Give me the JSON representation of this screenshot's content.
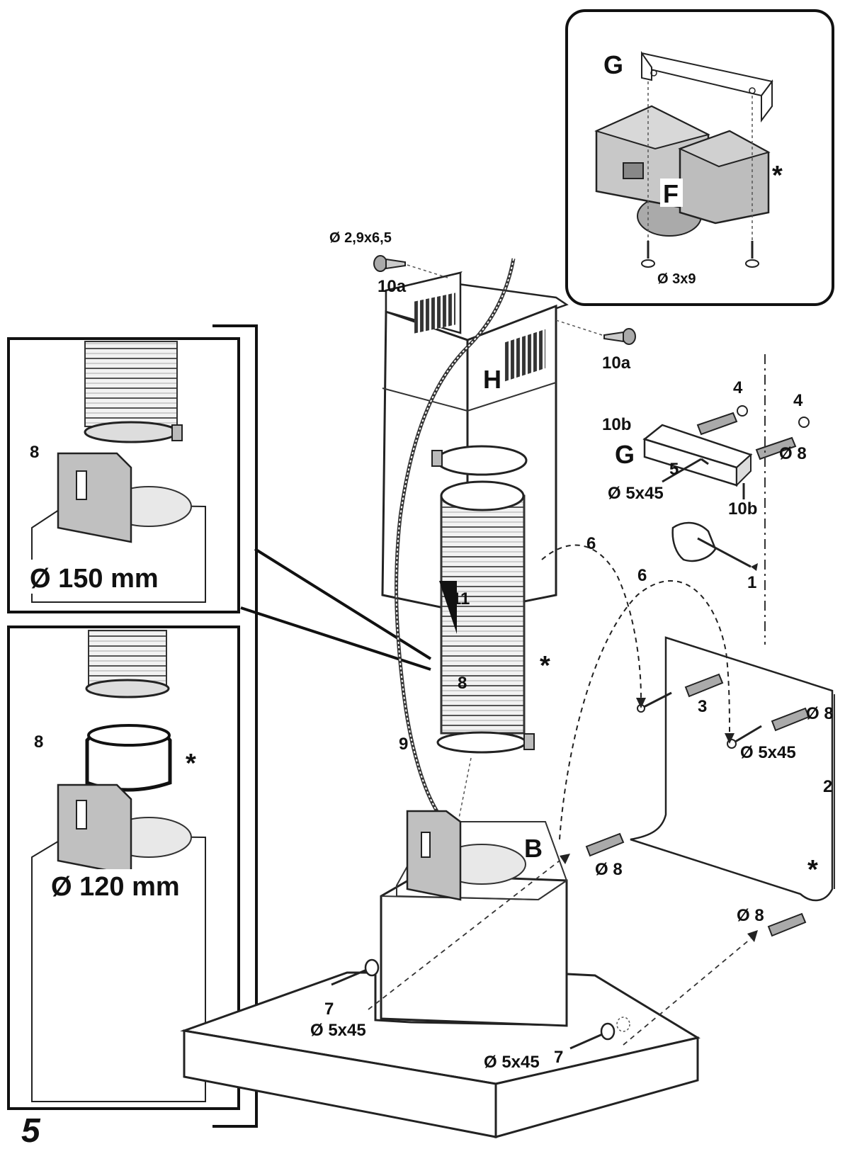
{
  "step_number": "5",
  "inset_filter": {
    "label_g": "G",
    "label_f": "F",
    "asterisk": "*",
    "screw_size": "Ø 3x9"
  },
  "inset_150": {
    "part": "8",
    "diameter": "Ø 150 mm"
  },
  "inset_120": {
    "part": "8",
    "asterisk": "*",
    "diameter": "Ø 120 mm"
  },
  "chimney": {
    "screw_size_top": "Ø 2,9x6,5",
    "screw_left": "10a",
    "screw_right": "10a",
    "label_h": "H",
    "arrow_num": "11"
  },
  "duct": {
    "label": "8",
    "asterisk": "*",
    "cable": "9"
  },
  "bracket": {
    "label_g": "G",
    "part_10b_left": "10b",
    "part_10b_right": "10b",
    "washer_left": "4",
    "washer_right": "4",
    "plug_size": "Ø 8",
    "screw_num": "5",
    "screw_size": "Ø 5x45",
    "mark_1": "1"
  },
  "wall": {
    "arc_6a": "6",
    "arc_6b": "6",
    "plug_3": "3",
    "plug_size_right": "Ø 8",
    "screw_size": "Ø 5x45",
    "dim_2": "2",
    "asterisk": "*",
    "plug_size_lower_right": "Ø 8"
  },
  "hood": {
    "label_b": "B",
    "plug_size_b": "Ø 8",
    "screw_7_left": "7",
    "screw_size_left": "Ø 5x45",
    "screw_size_right": "Ø 5x45",
    "screw_7_right": "7"
  }
}
